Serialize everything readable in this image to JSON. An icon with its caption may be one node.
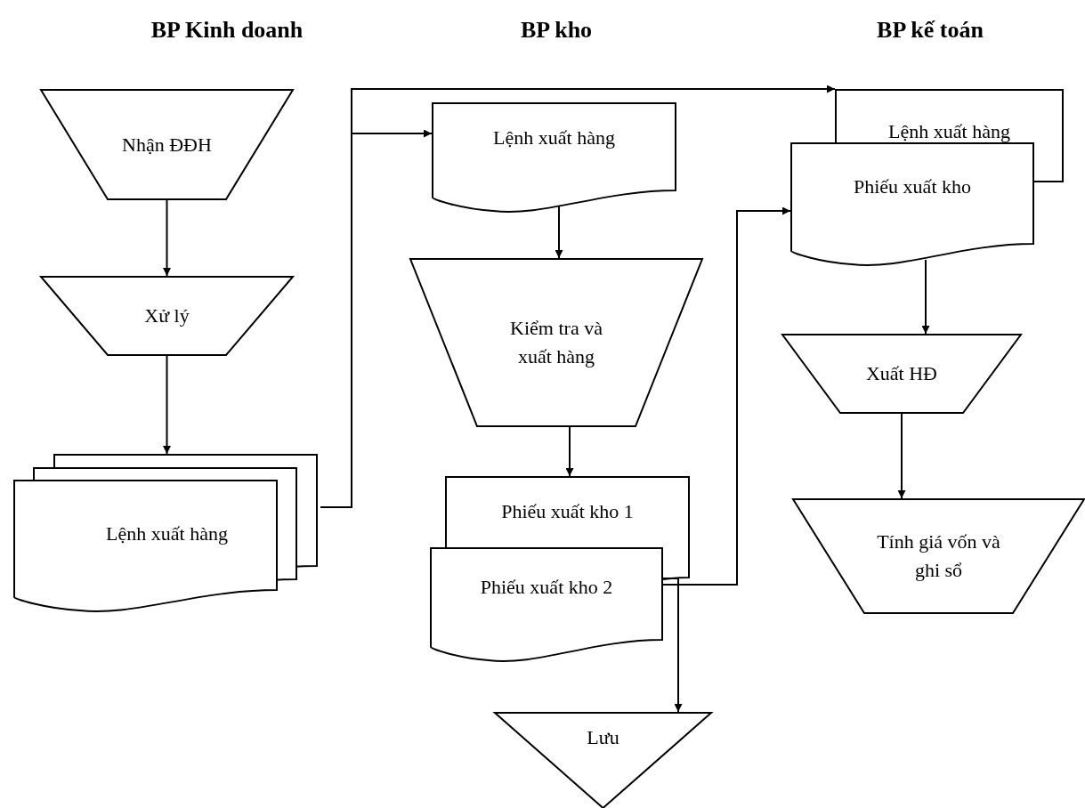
{
  "diagram": {
    "nodes": [
      {
        "text": [
          "Nhận ĐĐH"
        ]
      },
      {
        "text": [
          "Xử lý"
        ]
      },
      {
        "text": [
          "Lệnh xuất hàng"
        ]
      },
      {
        "text": [
          "Lệnh xuất hàng"
        ]
      },
      {
        "text": [
          "Kiểm tra và xuất hàng"
        ]
      },
      {
        "text": [
          "Phiếu xuất kho 1"
        ]
      },
      {
        "text": [
          "Phiếu xuất kho 2"
        ]
      },
      {
        "text": [
          "Lưu"
        ]
      },
      {
        "text": [
          "Lệnh xuất hàng"
        ]
      },
      {
        "text": [
          "Phiếu xuất kho"
        ]
      },
      {
        "text": [
          "Xuất HĐ"
        ]
      },
      {
        "text": [
          "Tính giá vốn và ghi sổ"
        ]
      }
    ],
    "edges": [
      {
        "from": 0,
        "to": 1,
        "arrow": "to"
      },
      {
        "from": 1,
        "to": 2,
        "arrow": "to"
      },
      {
        "from": 2,
        "to": 3,
        "arrow": "to"
      },
      {
        "from": 2,
        "to": 8,
        "arrow": "to"
      },
      {
        "from": 3,
        "to": 4,
        "arrow": "to"
      },
      {
        "from": 4,
        "to": 5,
        "arrow": "to"
      },
      {
        "from": 6,
        "to": 9,
        "arrow": "to"
      },
      {
        "from": 6,
        "to": 7,
        "arrow": "to"
      },
      {
        "from": 9,
        "to": 10,
        "arrow": "to"
      },
      {
        "from": 10,
        "to": 11,
        "arrow": "to"
      }
    ],
    "labels": [
      "BP Kinh doanh",
      "BP kho",
      "BP kế toán"
    ]
  }
}
